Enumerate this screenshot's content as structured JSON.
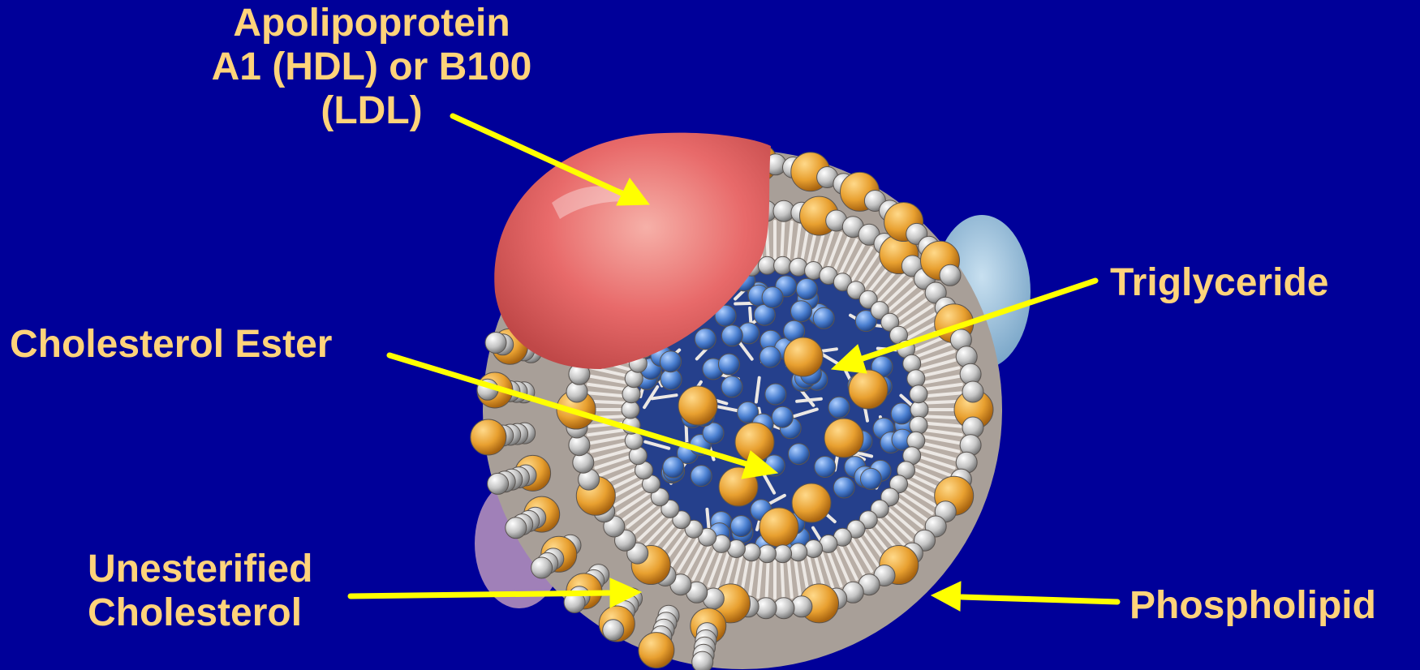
{
  "labels": {
    "apolipoprotein": [
      "Apolipoprotein",
      "A1 (HDL) or B100",
      "(LDL)"
    ],
    "triglyceride": "Triglyceride",
    "cholesterol_ester": "Cholesterol Ester",
    "unesterified_cholesterol": [
      "Unesterified",
      "Cholesterol"
    ],
    "phospholipid": "Phospholipid"
  },
  "colors": {
    "background": "#000099",
    "label_text": "#ffd37a",
    "arrow": "#ffff00",
    "apolipoprotein": "#e86a6a",
    "phospholipid_head": "#c9c9c9",
    "cholesterol": "#e8a030",
    "triglyceride": "#4a7fd0",
    "membrane": "#b8aea6"
  }
}
